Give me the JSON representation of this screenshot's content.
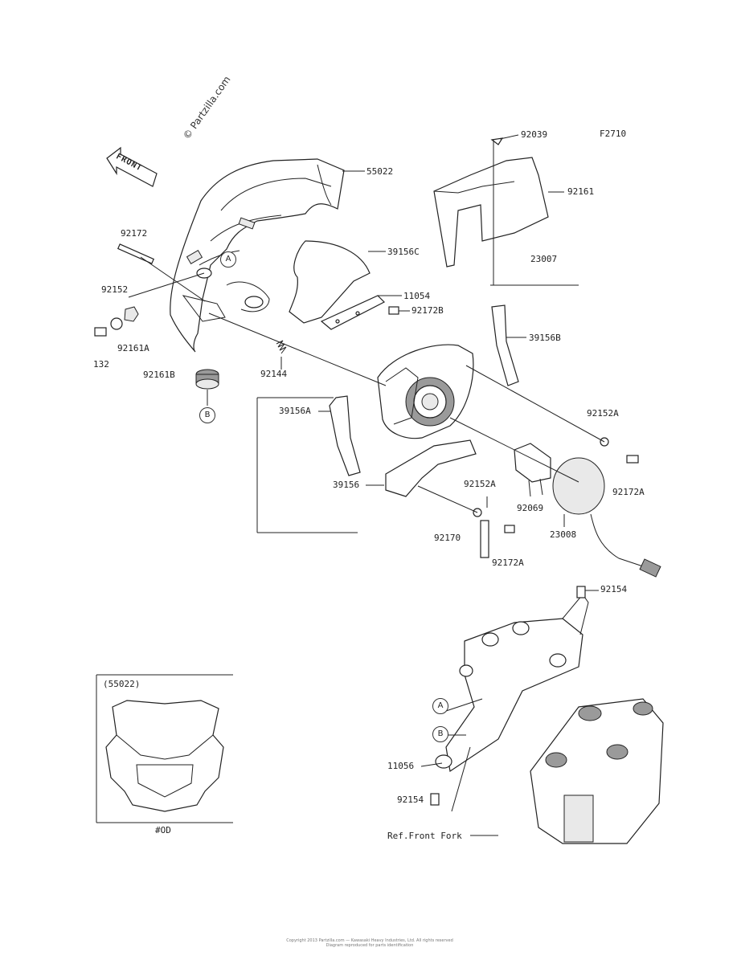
{
  "figure_code": "F2710",
  "watermark": "© Partzilla.com",
  "front_arrow_label": "FRONT",
  "labels": {
    "p55022": "55022",
    "p92039": "92039",
    "p92161": "92161",
    "p92172": "92172",
    "p39156C": "39156C",
    "p23007": "23007",
    "p11054": "11054",
    "p92172B": "92172B",
    "p92152": "92152",
    "p92161A": "92161A",
    "p132": "132",
    "p39156B": "39156B",
    "p92161B": "92161B",
    "p92144": "92144",
    "p92152A_1": "92152A",
    "p39156A": "39156A",
    "p92172A_1": "92172A",
    "p39156": "39156",
    "p92152A_2": "92152A",
    "p92069": "92069",
    "p92170": "92170",
    "p23008": "23008",
    "p92172A_2": "92172A",
    "p92154_1": "92154",
    "p11056": "11056",
    "p92154_2": "92154",
    "ref_front_fork": "Ref.Front Fork"
  },
  "callouts": {
    "A": "A",
    "B": "B"
  },
  "inset": {
    "title": "(55022)",
    "note": "#OD"
  },
  "footer": {
    "line1": "Copyright 2013 Partzilla.com — Kawasaki Heavy Industries, Ltd. All rights reserved",
    "line2": "Diagram reproduced for parts identification"
  }
}
